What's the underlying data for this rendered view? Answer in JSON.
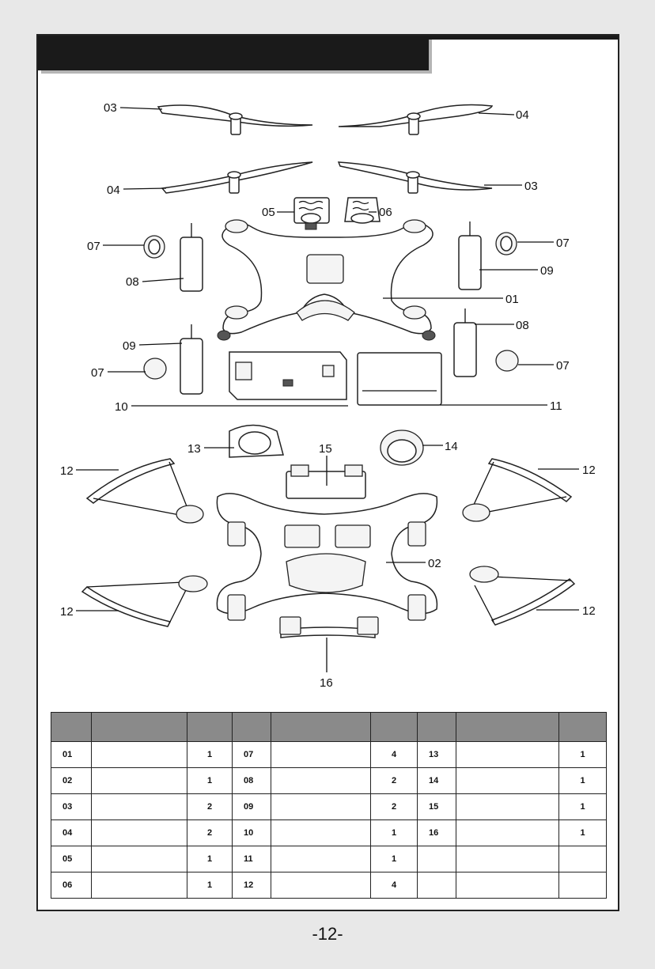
{
  "diagram": {
    "callouts": [
      {
        "id": "c03a",
        "label": "03"
      },
      {
        "id": "c04a",
        "label": "04"
      },
      {
        "id": "c04b",
        "label": "04"
      },
      {
        "id": "c03b",
        "label": "03"
      },
      {
        "id": "c05",
        "label": "05"
      },
      {
        "id": "c06",
        "label": "06"
      },
      {
        "id": "c07a",
        "label": "07"
      },
      {
        "id": "c07b",
        "label": "07"
      },
      {
        "id": "c08a",
        "label": "08"
      },
      {
        "id": "c09a",
        "label": "09"
      },
      {
        "id": "c01",
        "label": "01"
      },
      {
        "id": "c09b",
        "label": "09"
      },
      {
        "id": "c08b",
        "label": "08"
      },
      {
        "id": "c07c",
        "label": "07"
      },
      {
        "id": "c07d",
        "label": "07"
      },
      {
        "id": "c10",
        "label": "10"
      },
      {
        "id": "c11",
        "label": "11"
      },
      {
        "id": "c13",
        "label": "13"
      },
      {
        "id": "c15",
        "label": "15"
      },
      {
        "id": "c14",
        "label": "14"
      },
      {
        "id": "c12a",
        "label": "12"
      },
      {
        "id": "c12b",
        "label": "12"
      },
      {
        "id": "c02",
        "label": "02"
      },
      {
        "id": "c12c",
        "label": "12"
      },
      {
        "id": "c12d",
        "label": "12"
      },
      {
        "id": "c16",
        "label": "16"
      }
    ]
  },
  "parts_table": {
    "rows": [
      [
        {
          "no": "01",
          "qty": "1"
        },
        {
          "no": "07",
          "qty": "4"
        },
        {
          "no": "13",
          "qty": "1"
        }
      ],
      [
        {
          "no": "02",
          "qty": "1"
        },
        {
          "no": "08",
          "qty": "2"
        },
        {
          "no": "14",
          "qty": "1"
        }
      ],
      [
        {
          "no": "03",
          "qty": "2"
        },
        {
          "no": "09",
          "qty": "2"
        },
        {
          "no": "15",
          "qty": "1"
        }
      ],
      [
        {
          "no": "04",
          "qty": "2"
        },
        {
          "no": "10",
          "qty": "1"
        },
        {
          "no": "16",
          "qty": "1"
        }
      ],
      [
        {
          "no": "05",
          "qty": "1"
        },
        {
          "no": "11",
          "qty": "1"
        },
        {
          "no": "",
          "qty": ""
        }
      ],
      [
        {
          "no": "06",
          "qty": "1"
        },
        {
          "no": "12",
          "qty": "4"
        },
        {
          "no": "",
          "qty": ""
        }
      ]
    ]
  },
  "page": {
    "number": "-12-"
  }
}
